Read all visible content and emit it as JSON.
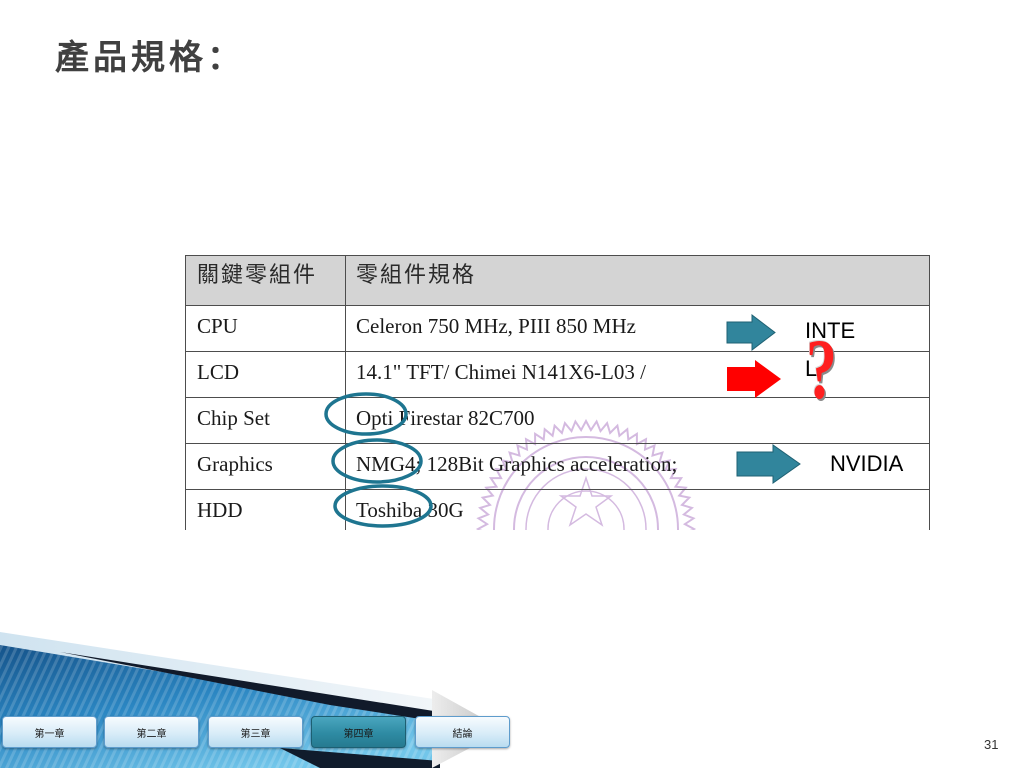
{
  "slide": {
    "title": "產品規格：",
    "page_number": "31"
  },
  "table": {
    "headers": {
      "component": "關鍵零組件",
      "spec": "零組件規格"
    },
    "rows": [
      {
        "component": "CPU",
        "spec": "Celeron 750 MHz, PIII 850 MHz"
      },
      {
        "component": "LCD",
        "spec": "14.1\" TFT/ Chimei N141X6-L03 /"
      },
      {
        "component": "Chip Set",
        "spec": "Opti Firestar 82C700"
      },
      {
        "component": "Graphics",
        "spec": "NMG4; 128Bit Graphics acceleration;"
      },
      {
        "component": "HDD",
        "spec": "Toshiba 30G"
      }
    ]
  },
  "annotations": {
    "cpu_vendor": "INTEL",
    "lcd_question": "?",
    "graphics_vendor": "NVIDIA"
  },
  "nav": {
    "items": [
      {
        "label": "第一章",
        "active": false
      },
      {
        "label": "第二章",
        "active": false
      },
      {
        "label": "第三章",
        "active": false
      },
      {
        "label": "第四章",
        "active": true
      },
      {
        "label": "結論",
        "active": false
      }
    ]
  },
  "colors": {
    "accent_arrow": "#31859c",
    "alert_arrow": "#ff0000",
    "highlight_ellipse": "#1e7590",
    "seal": "#c6a3d6"
  }
}
